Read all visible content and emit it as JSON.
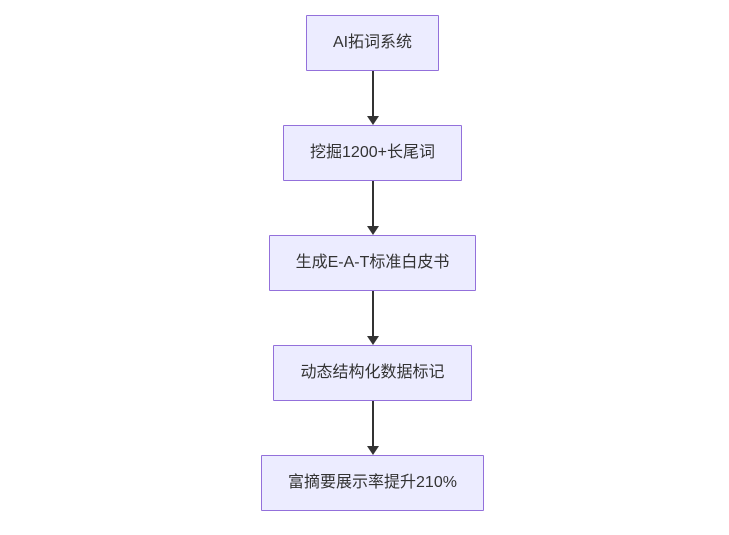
{
  "flowchart": {
    "type": "vertical-flowchart",
    "nodes": [
      {
        "label": "AI拓词系统"
      },
      {
        "label": "挖掘1200+长尾词"
      },
      {
        "label": "生成E-A-T标准白皮书"
      },
      {
        "label": "动态结构化数据标记"
      },
      {
        "label": "富摘要展示率提升210%"
      }
    ],
    "edges": [
      {
        "from": 0,
        "to": 1
      },
      {
        "from": 1,
        "to": 2
      },
      {
        "from": 2,
        "to": 3
      },
      {
        "from": 3,
        "to": 4
      }
    ],
    "colors": {
      "node_fill": "#ECECFF",
      "node_border": "#9370DB",
      "arrow": "#333333",
      "text": "#333333",
      "background": "#ffffff"
    }
  }
}
